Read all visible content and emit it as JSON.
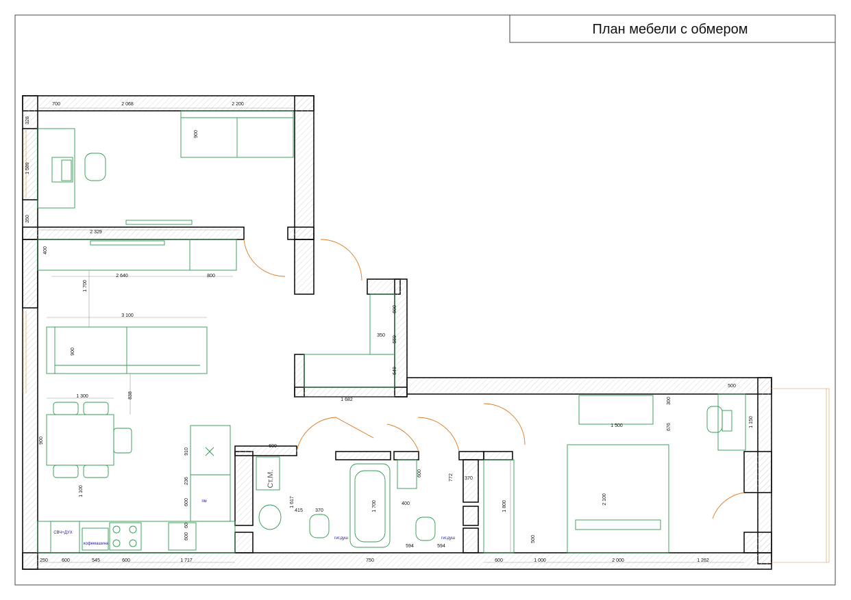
{
  "title": "План мебели с обмером",
  "colors": {
    "wall": "#111111",
    "furniture": "#2e9a4e",
    "door": "#e07a1f",
    "label": "#1a1aa8",
    "hatch": "#cccccc"
  },
  "labels": {
    "appliance_column": "СВЧ+ДУХ",
    "coffee_machine": "кофемашина",
    "dishwasher": "пм",
    "washing_machine": "Ст.М.",
    "shower_1": "гиг.душ",
    "shower_2": "гиг.душ"
  },
  "dims": {
    "d700": "700",
    "d2068": "2 068",
    "d2200": "2 200",
    "d328": "328",
    "d1589": "1 589",
    "d350": "350",
    "d2329": "2 329",
    "d900a": "900",
    "d400": "400",
    "d2640": "2 640",
    "d800": "800",
    "d1700a": "1 700",
    "d3100": "3 100",
    "d900b": "900",
    "d1300": "1 300",
    "d838": "838",
    "d900c": "900",
    "d1100": "1 100",
    "d910": "910",
    "d236": "236",
    "d600a": "600",
    "d60": "60",
    "d600b": "600",
    "d250": "250",
    "d600c": "600",
    "d545": "545",
    "d600d": "600",
    "d1717": "1 717",
    "d600e": "600",
    "d1617": "1 617",
    "d415": "415",
    "d370a": "370",
    "d1700b": "1 700",
    "d750": "750",
    "d600f": "600",
    "d559": "559",
    "d649": "649",
    "d350b": "350",
    "d1682": "1 682",
    "d600g": "600",
    "d400b": "400",
    "d594a": "594",
    "d594b": "594",
    "d772": "772",
    "d370b": "370",
    "d1800": "1 800",
    "d1500": "1 500",
    "d300": "300",
    "d676": "676",
    "d2100": "2 100",
    "d500a": "500",
    "d1150": "1 150",
    "d500b": "500",
    "d600h": "600",
    "d1000": "1 000",
    "d2000": "2 000",
    "d1262": "1 262"
  }
}
